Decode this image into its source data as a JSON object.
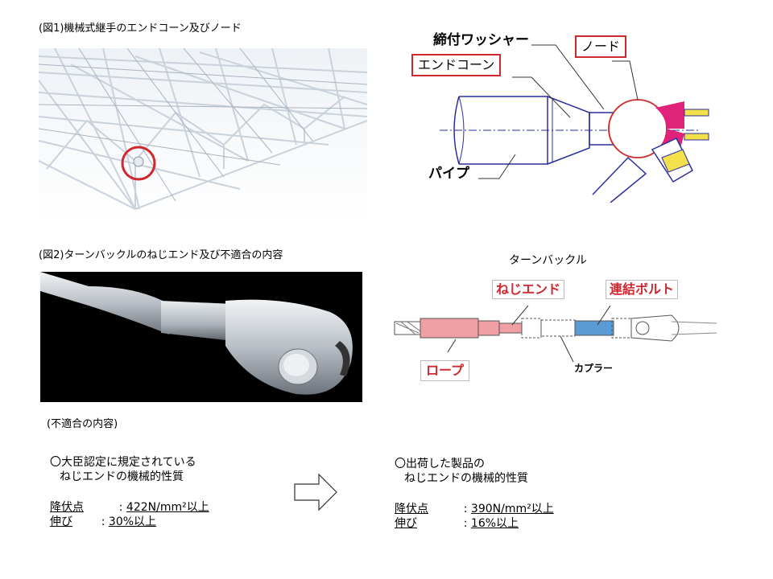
{
  "fig1": {
    "caption": "(図1)機械式継手のエンドコーン及びノード",
    "labels": {
      "washer": "締付ワッシャー",
      "endcone": "エンドコーン",
      "node": "ノード",
      "pipe": "パイプ"
    }
  },
  "fig2": {
    "caption": "(図2)ターンバックルのねじエンド及び不適合の内容",
    "title": "ターンバックル",
    "labels": {
      "screw_end": "ねじエンド",
      "bolt": "連結ボルト",
      "rope": "ロープ",
      "coupler": "カプラー"
    }
  },
  "nonconformity": {
    "heading": "(不適合の内容)",
    "left": {
      "line1": "〇大臣認定に規定されている",
      "line2": "ねじエンドの機械的性質",
      "yield_label": "降伏点",
      "yield_value": "422N/mm²以上",
      "elong_label": "伸び",
      "elong_value": "30%以上"
    },
    "right": {
      "line1": "〇出荷した製品の",
      "line2": "ねじエンドの機械的性質",
      "yield_label": "降伏点",
      "yield_value": "390N/mm²以上",
      "elong_label": "伸び",
      "elong_value": "16%以上"
    },
    "colon": ":"
  },
  "colors": {
    "red": "#d0282f",
    "pipe_blue": "#2a2ea0",
    "pink": "#e0237a",
    "rope_pink": "#f0a0a4",
    "coupler_blue": "#5b9bd5"
  }
}
